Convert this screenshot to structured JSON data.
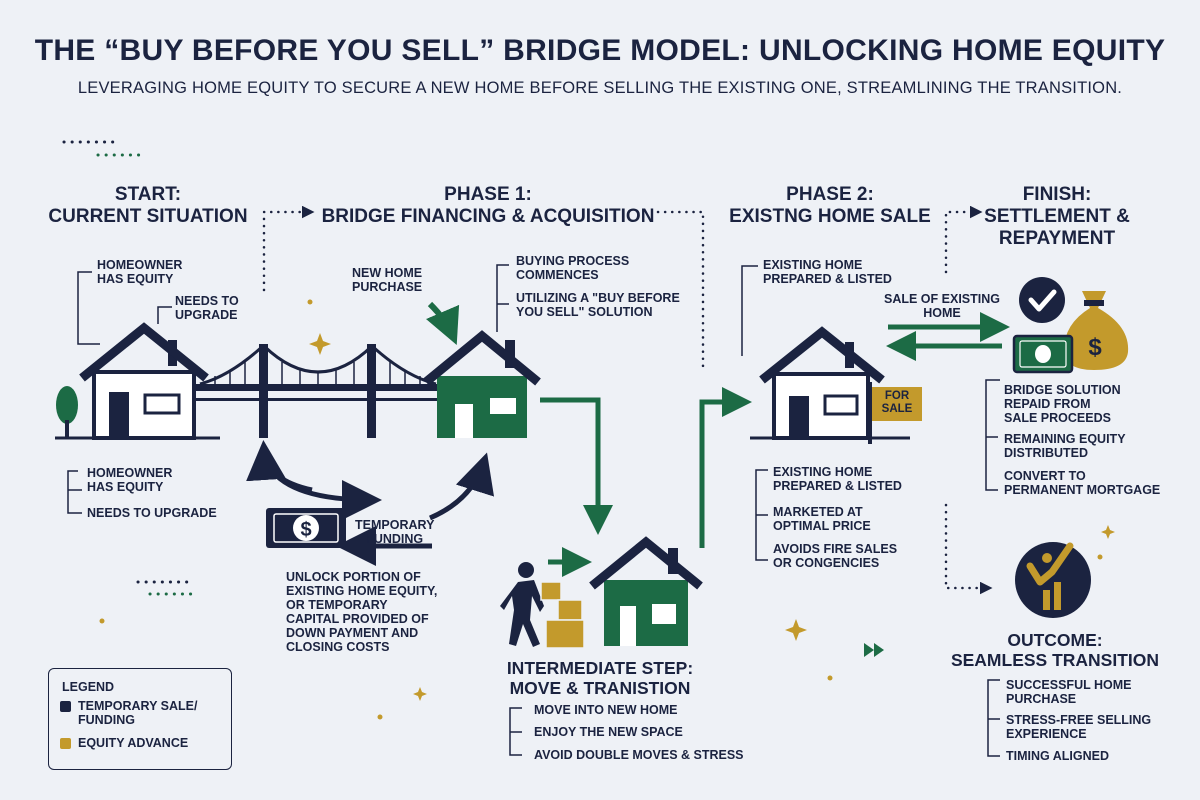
{
  "title": "THE “BUY BEFORE YOU SELL” BRIDGE MODEL: UNLOCKING HOME EQUITY",
  "subtitle": "LEVERAGING HOME EQUITY TO SECURE A NEW HOME BEFORE SELLING THE EXISTING ONE, STREAMLINING THE TRANSITION.",
  "colors": {
    "navy": "#1b2340",
    "green": "#1c6b45",
    "gold": "#c39a2c",
    "background": "#eef1f6"
  },
  "start": {
    "heading": [
      "START:",
      "CURRENT SITUATION"
    ],
    "callout_1": [
      "HOMEOWNER",
      "HAS EQUITY"
    ],
    "callout_2": [
      "NEEDS TO",
      "UPGRADE"
    ],
    "list_1": [
      "HOMEOWNER",
      "HAS EQUITY"
    ],
    "list_2": "NEEDS TO UPGRADE"
  },
  "phase1": {
    "heading": [
      "PHASE 1:",
      "BRIDGE FINANCING & ACQUISITION"
    ],
    "new_home_label": [
      "NEW HOME",
      "PURCHASE"
    ],
    "callout_1": [
      "BUYING PROCESS",
      "COMMENCES"
    ],
    "callout_2": [
      "UTILIZING A \"BUY BEFORE",
      "YOU SELL\" SOLUTION"
    ],
    "funding_label": [
      "TEMPORARY",
      "FUNDING"
    ],
    "funding_note": [
      "UNLOCK PORTION OF",
      "EXISTING HOME EQUITY,",
      "OR TEMPORARY",
      "CAPITAL PROVIDED OF",
      "DOWN PAYMENT AND",
      "CLOSING COSTS"
    ]
  },
  "intermediate": {
    "heading": [
      "INTERMEDIATE STEP:",
      "MOVE & TRANISTION"
    ],
    "items": [
      "MOVE INTO NEW HOME",
      "ENJOY THE NEW SPACE",
      "AVOID DOUBLE MOVES & STRESS"
    ]
  },
  "phase2": {
    "heading": [
      "PHASE 2:",
      "EXISTNG HOME SALE"
    ],
    "callout": [
      "EXISTING HOME",
      "PREPARED & LISTED"
    ],
    "sign": [
      "FOR",
      "SALE"
    ],
    "items": [
      [
        "EXISTING HOME",
        "PREPARED & LISTED"
      ],
      [
        "MARKETED AT",
        "OPTIMAL PRICE"
      ],
      [
        "AVOIDS FIRE SALES",
        "OR CONGENCIES"
      ]
    ]
  },
  "finish": {
    "heading": [
      "FINISH:",
      "SETTLEMENT &",
      "REPAYMENT"
    ],
    "arrow_label": [
      "SALE OF EXISTING",
      "HOME"
    ],
    "items": [
      [
        "BRIDGE SOLUTION",
        "REPAID FROM",
        "SALE PROCEEDS"
      ],
      [
        "REMAINING EQUITY",
        "DISTRIBUTED"
      ],
      [
        "CONVERT TO",
        "PERMANENT MORTGAGE"
      ]
    ]
  },
  "outcome": {
    "heading": [
      "OUTCOME:",
      "SEAMLESS TRANSITION"
    ],
    "items": [
      [
        "SUCCESSFUL HOME",
        "PURCHASE"
      ],
      [
        "STRESS-FREE SELLING",
        "EXPERIENCE"
      ],
      [
        "TIMING ALIGNED"
      ]
    ]
  },
  "legend": {
    "title": "LEGEND",
    "items": [
      {
        "label": [
          "TEMPORARY SALE/",
          "FUNDING"
        ],
        "color": "#1b2340"
      },
      {
        "label": [
          "EQUITY ADVANCE"
        ],
        "color": "#c39a2c"
      }
    ]
  }
}
